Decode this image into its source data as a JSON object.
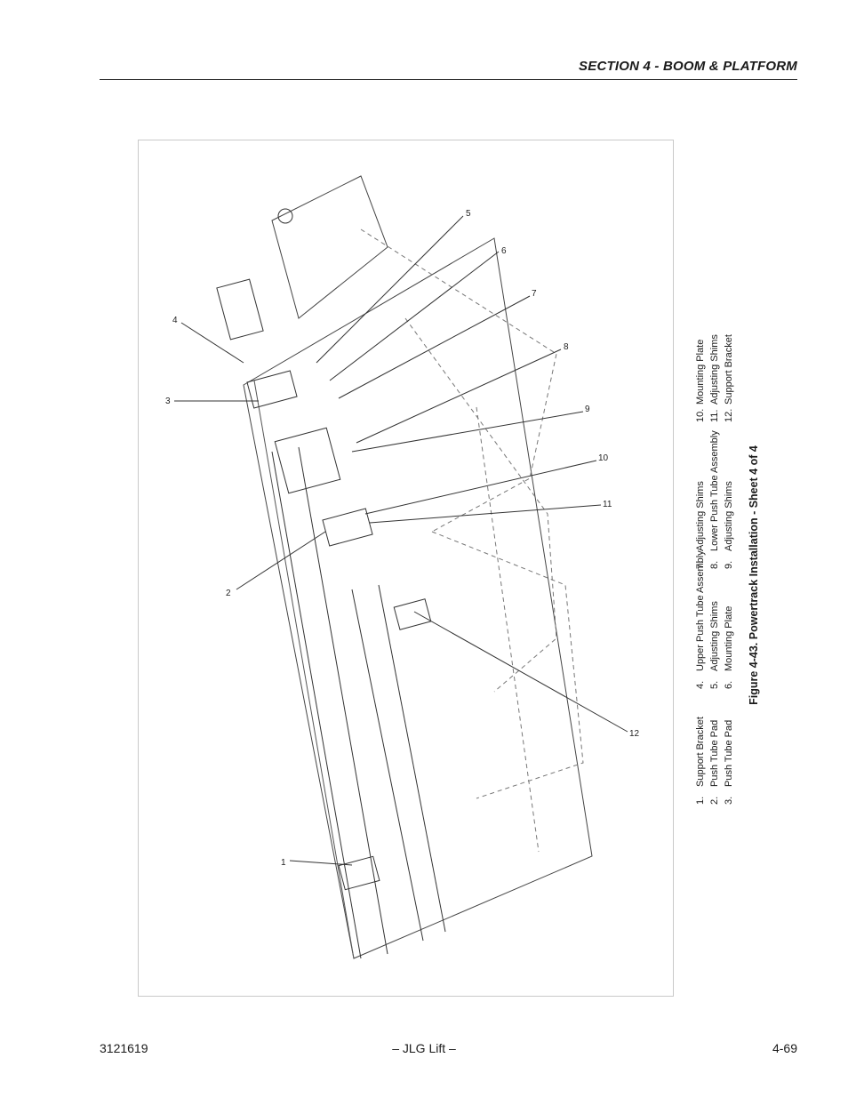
{
  "header": {
    "section_title": "SECTION 4 - BOOM & PLATFORM"
  },
  "figure": {
    "caption": "Figure 4-43.  Powertrack Installation - Sheet 4 of 4",
    "callouts": [
      "1",
      "2",
      "3",
      "4",
      "5",
      "6",
      "7",
      "8",
      "9",
      "10",
      "11",
      "12"
    ],
    "legend": [
      {
        "num": "1.",
        "label": "Support Bracket"
      },
      {
        "num": "2.",
        "label": "Push Tube Pad"
      },
      {
        "num": "3.",
        "label": "Push Tube Pad"
      },
      {
        "num": "4.",
        "label": "Upper Push Tube Assembly"
      },
      {
        "num": "5.",
        "label": "Adjusting Shims"
      },
      {
        "num": "6.",
        "label": "Mounting Plate"
      },
      {
        "num": "7.",
        "label": "Adjusting Shims"
      },
      {
        "num": "8.",
        "label": "Lower Push Tube Assembly"
      },
      {
        "num": "9.",
        "label": "Adjusting Shims"
      },
      {
        "num": "10.",
        "label": "Mounting Plate"
      },
      {
        "num": "11.",
        "label": "Adjusting Shims"
      },
      {
        "num": "12.",
        "label": "Support Bracket"
      }
    ]
  },
  "footer": {
    "doc_number": "3121619",
    "publisher": "– JLG Lift –",
    "page_number": "4-69"
  }
}
